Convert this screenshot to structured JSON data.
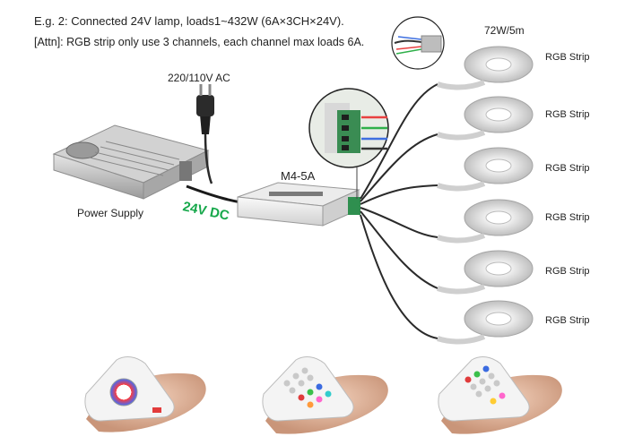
{
  "header": {
    "line1": "E.g. 2: Connected 24V lamp, loads1~432W (6A×3CH×24V).",
    "line2": "[Attn]: RGB strip only use 3 channels, each channel max loads 6A."
  },
  "labels": {
    "ac_input": "220/110V AC",
    "power_supply": "Power Supply",
    "dc_output": "24V DC",
    "controller": "M4-5A",
    "strip_rating": "72W/5m"
  },
  "strips": [
    {
      "label": "RGB Strip"
    },
    {
      "label": "RGB Strip"
    },
    {
      "label": "RGB Strip"
    },
    {
      "label": "RGB Strip"
    },
    {
      "label": "RGB Strip"
    },
    {
      "label": "RGB Strip"
    }
  ],
  "remotes": [
    {
      "name": "remote-1",
      "style": "color-wheel"
    },
    {
      "name": "remote-2",
      "style": "keypad"
    },
    {
      "name": "remote-3",
      "style": "keypad"
    }
  ],
  "colors": {
    "dc_label": "#17a84b",
    "wire": "#2a2a2a",
    "strip": "#d9d9d9"
  }
}
